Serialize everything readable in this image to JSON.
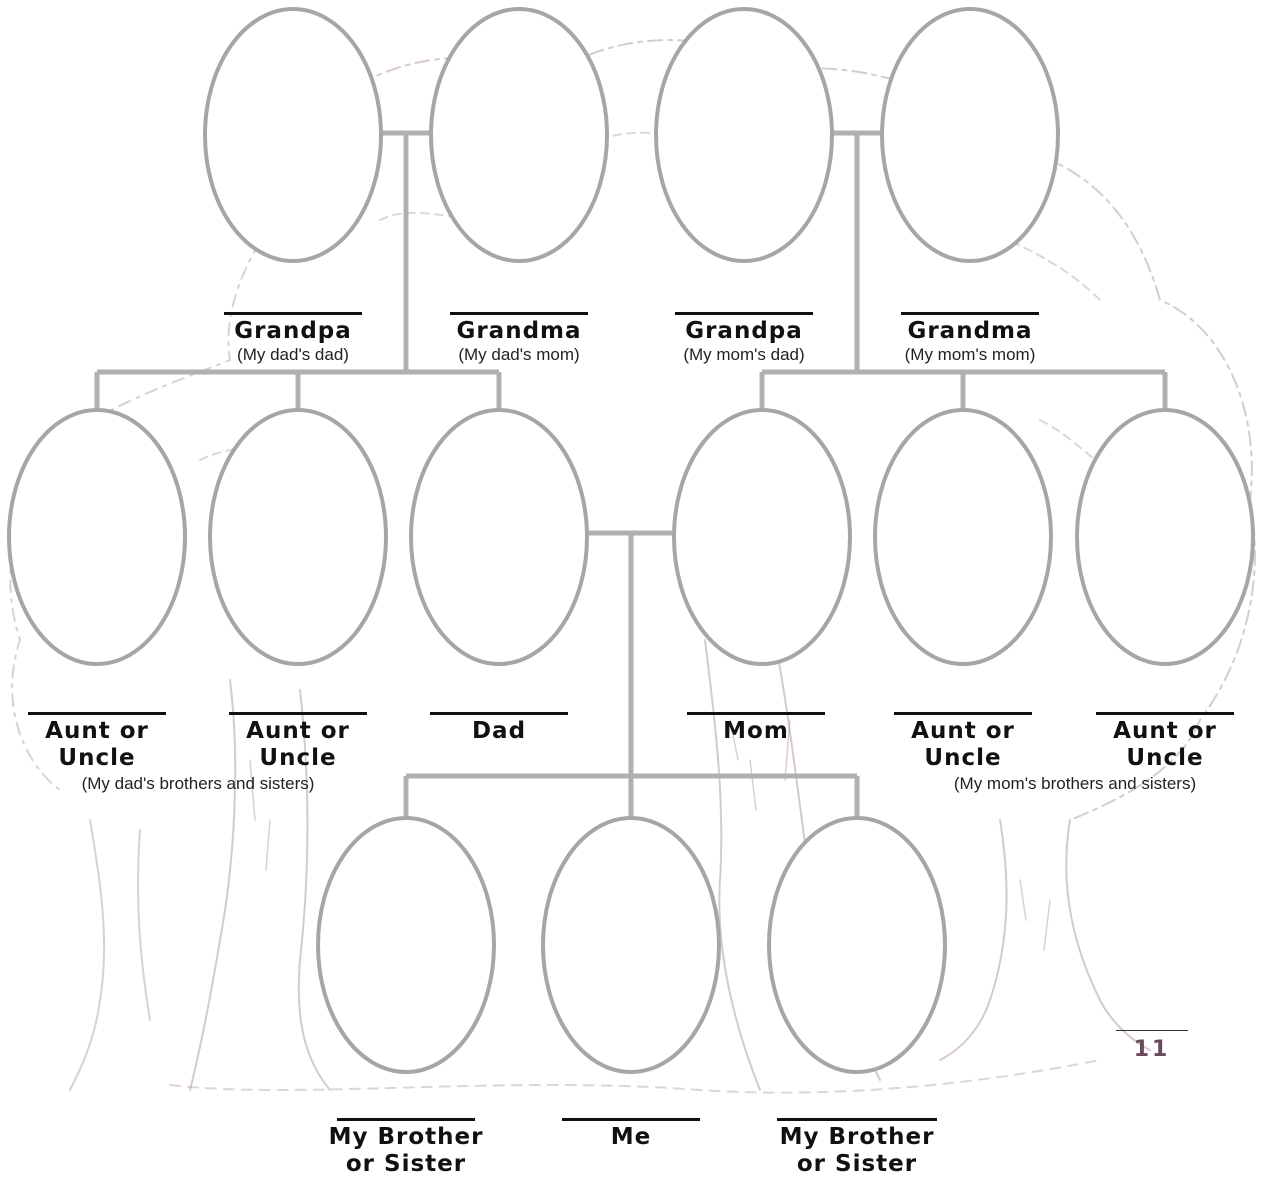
{
  "colors": {
    "connector": "#b0b0b0",
    "frame_stroke": "#a6a6a6",
    "tree_sketch": "#9c7a70",
    "page_number": "#6b4a5e"
  },
  "family": {
    "grandpa_dad_side": {
      "title": "Grandpa",
      "note": "(My dad's dad)"
    },
    "grandma_dad_side": {
      "title": "Grandma",
      "note": "(My dad's mom)"
    },
    "grandpa_mom_side": {
      "title": "Grandpa",
      "note": "(My mom's dad)"
    },
    "grandma_mom_side": {
      "title": "Grandma",
      "note": "(My mom's mom)"
    },
    "dad_sibling_1": {
      "title_line1": "Aunt or",
      "title_line2": "Uncle"
    },
    "dad_sibling_2": {
      "title_line1": "Aunt or",
      "title_line2": "Uncle"
    },
    "dad": {
      "title": "Dad"
    },
    "mom": {
      "title": "Mom"
    },
    "mom_sibling_1": {
      "title_line1": "Aunt or",
      "title_line2": "Uncle"
    },
    "mom_sibling_2": {
      "title_line1": "Aunt or",
      "title_line2": "Uncle"
    },
    "dad_siblings_note": "(My dad's brothers and sisters)",
    "mom_siblings_note": "(My mom's brothers and sisters)",
    "sibling_1": {
      "title_line1": "My Brother",
      "title_line2": "or Sister"
    },
    "me": {
      "title": "Me"
    },
    "sibling_2": {
      "title_line1": "My Brother",
      "title_line2": "or Sister"
    }
  },
  "page_number": "11"
}
